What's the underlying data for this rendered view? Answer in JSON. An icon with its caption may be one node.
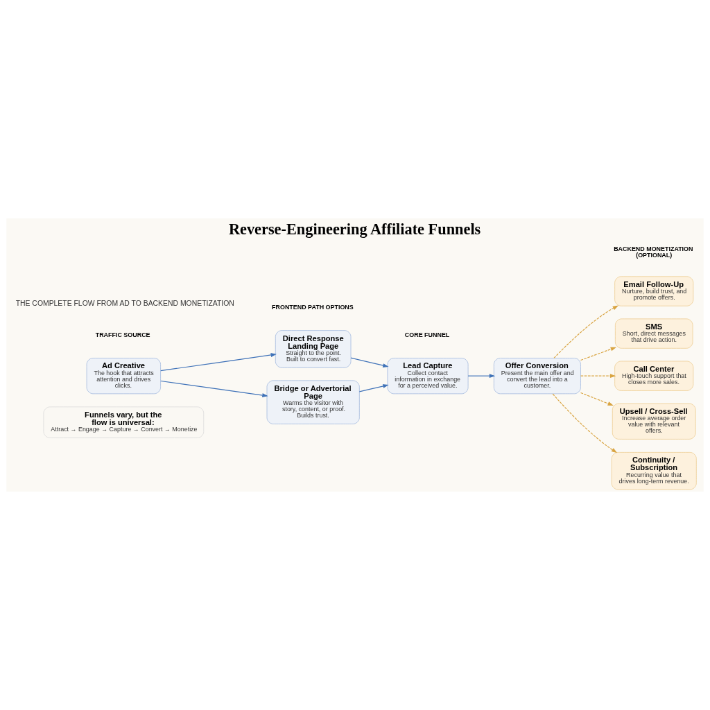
{
  "diagram": {
    "title": "Reverse-Engineering Affiliate Funnels",
    "nodes": [
      {
        "text": [
          "Ad Creative",
          "The hook that attracts attention and drives clicks."
        ]
      },
      {
        "text": [
          "Direct Response Landing Page",
          "Straight to the point. Built to convert fast."
        ]
      },
      {
        "text": [
          "Bridge or Advertorial Page",
          "Warms the visitor with story, content, or proof. Builds trust."
        ]
      },
      {
        "text": [
          "Lead Capture",
          "Collect contact information in exchange for a perceived value."
        ]
      },
      {
        "text": [
          "Offer Conversion",
          "Present the main offer and convert the lead into a customer."
        ]
      },
      {
        "text": [
          "Email Follow-Up",
          "Nurture, build trust, and promote offers."
        ]
      },
      {
        "text": [
          "SMS",
          "Short, direct messages that drive action."
        ]
      },
      {
        "text": [
          "Call Center",
          "High-touch support that closes more sales."
        ]
      },
      {
        "text": [
          "Upsell / Cross-Sell",
          "Increase average order value with relevant offers."
        ]
      },
      {
        "text": [
          "Continuity / Subscription",
          "Recurring value that drives long-term revenue."
        ]
      },
      {
        "text": [
          "Funnels vary, but the flow is universal:",
          "Attract → Engage → Capture → Convert → Monetize"
        ]
      }
    ],
    "edges": [
      {
        "from": 0,
        "to": 1,
        "arrow": "to"
      },
      {
        "from": 0,
        "to": 2,
        "arrow": "to"
      },
      {
        "from": 1,
        "to": 3,
        "arrow": "to"
      },
      {
        "from": 2,
        "to": 3,
        "arrow": "to"
      },
      {
        "from": 3,
        "to": 4,
        "arrow": "to"
      },
      {
        "from": 4,
        "to": 5,
        "arrow": "to",
        "style": "dashed",
        "color": "#d9a441"
      },
      {
        "from": 4,
        "to": 6,
        "arrow": "to",
        "style": "dashed",
        "color": "#d9a441"
      },
      {
        "from": 4,
        "to": 7,
        "arrow": "to",
        "style": "dashed",
        "color": "#d9a441"
      },
      {
        "from": 4,
        "to": 8,
        "arrow": "to",
        "style": "dashed",
        "color": "#d9a441"
      },
      {
        "from": 4,
        "to": 9,
        "arrow": "to",
        "style": "dashed",
        "color": "#d9a441"
      }
    ],
    "labels": [
      "THE COMPLETE FLOW FROM AD TO BACKEND MONETIZATION",
      "TRAFFIC SOURCE",
      "FRONTEND PATH OPTIONS",
      "CORE FUNNEL",
      "BACKEND MONETIZATION (OPTIONAL)"
    ]
  }
}
